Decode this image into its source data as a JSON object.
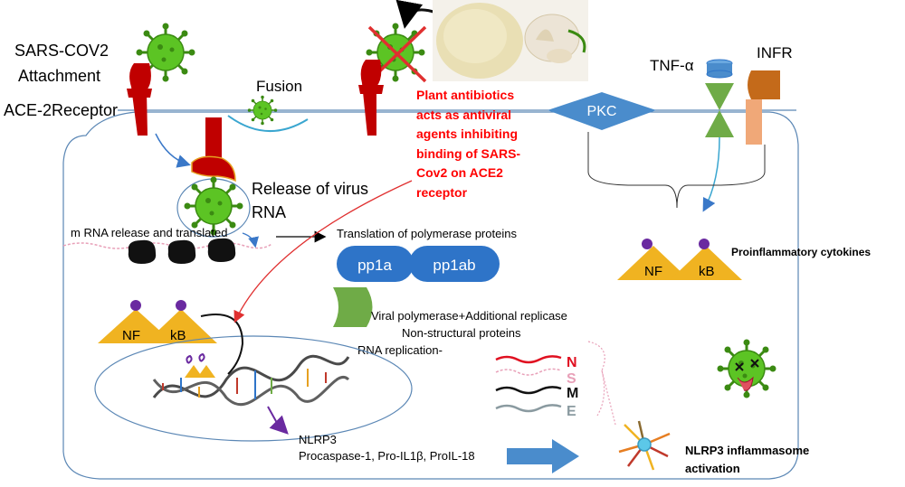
{
  "labels": {
    "attachment_line1": "SARS-COV2",
    "attachment_line2": "Attachment",
    "ace2": "ACE-2Receptor",
    "fusion": "Fusion",
    "release_line1": "Release of virus",
    "release_line2": "RNA",
    "mrna": "m RNA release and translated",
    "translation": "Translation of polymerase proteins",
    "pp1a": "pp1a",
    "pp1ab": "pp1ab",
    "viral_polymerase": "Viral polymerase+Additional  replicase",
    "nonstructural": "Non-structural proteins",
    "rna_replication": "RNA  replication-",
    "nlrp3": "NLRP3",
    "procaspase": "Procaspase-1, Pro-IL1β, ProIL-18",
    "inflammasome_line1": "NLRP3 inflammasome",
    "inflammasome_line2": "activation",
    "nf_left": "NF",
    "kb_left": "kB",
    "nf_right": "NF",
    "kb_right": "kB",
    "pkc": "PKC",
    "tnf": "TNF-α",
    "infr": "INFR",
    "proinflammatory": "Proinflammatory cytokines",
    "plant_line1": "Plant antibiotics",
    "plant_line2": "acts as antiviral",
    "plant_line3": "agents inhibiting",
    "plant_line4": "binding of SARS-",
    "plant_line5": "Cov2 on ACE2",
    "plant_line6": "receptor",
    "gene_n": "N",
    "gene_s": "S",
    "gene_m": "M",
    "gene_e": "E"
  },
  "colors": {
    "membrane": "#5b87b5",
    "receptor": "#c00000",
    "virus": "#5cc424",
    "nfkb": "#f0b321",
    "pp": "#2e74c8",
    "replicase": "#6fab47",
    "pkc": "#4a8ccc",
    "plant_text": "#ff0000"
  }
}
